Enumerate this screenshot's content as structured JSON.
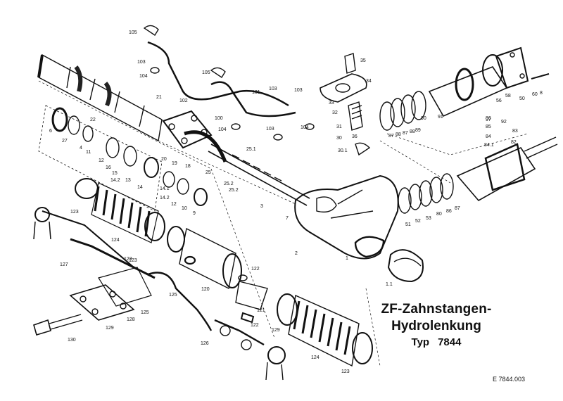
{
  "title": {
    "line1": "ZF-Zahnstangen-",
    "line2": "Hydrolenkung",
    "type_label": "Typ",
    "type_number": "7844"
  },
  "drawing_number": "E 7844.003",
  "part_labels": [
    "105",
    "103",
    "104",
    "21",
    "102",
    "105",
    "101",
    "103",
    "103",
    "100",
    "104",
    "103",
    "104",
    "35",
    "34",
    "33",
    "32",
    "31",
    "30",
    "30.1",
    "36",
    "97",
    "92",
    "83",
    "82",
    "84.1",
    "86",
    "85",
    "84",
    "91",
    "90",
    "87",
    "88",
    "87",
    "88",
    "89",
    "56",
    "58",
    "50",
    "60",
    "8",
    "22",
    "27",
    "6",
    "4",
    "11",
    "12",
    "16",
    "15",
    "14.2",
    "13",
    "14",
    "14.1",
    "14.2",
    "12",
    "10",
    "9",
    "20",
    "19",
    "18",
    "25",
    "25.1",
    "25.2",
    "25.2",
    "3",
    "7",
    "2",
    "1",
    "1.1",
    "51",
    "52",
    "53",
    "80",
    "86",
    "87",
    "123",
    "124",
    "127",
    "123",
    "125",
    "120",
    "122",
    "121",
    "122",
    "123",
    "125",
    "126",
    "128",
    "129",
    "130",
    "129",
    "124",
    "123"
  ]
}
